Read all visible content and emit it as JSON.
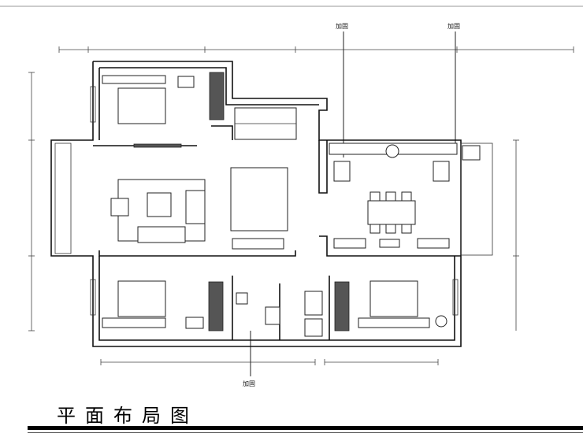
{
  "title": "平面布局图",
  "annotations": {
    "reinforce_top_1": "加固",
    "reinforce_top_2": "加固",
    "reinforce_bottom": "加固"
  }
}
